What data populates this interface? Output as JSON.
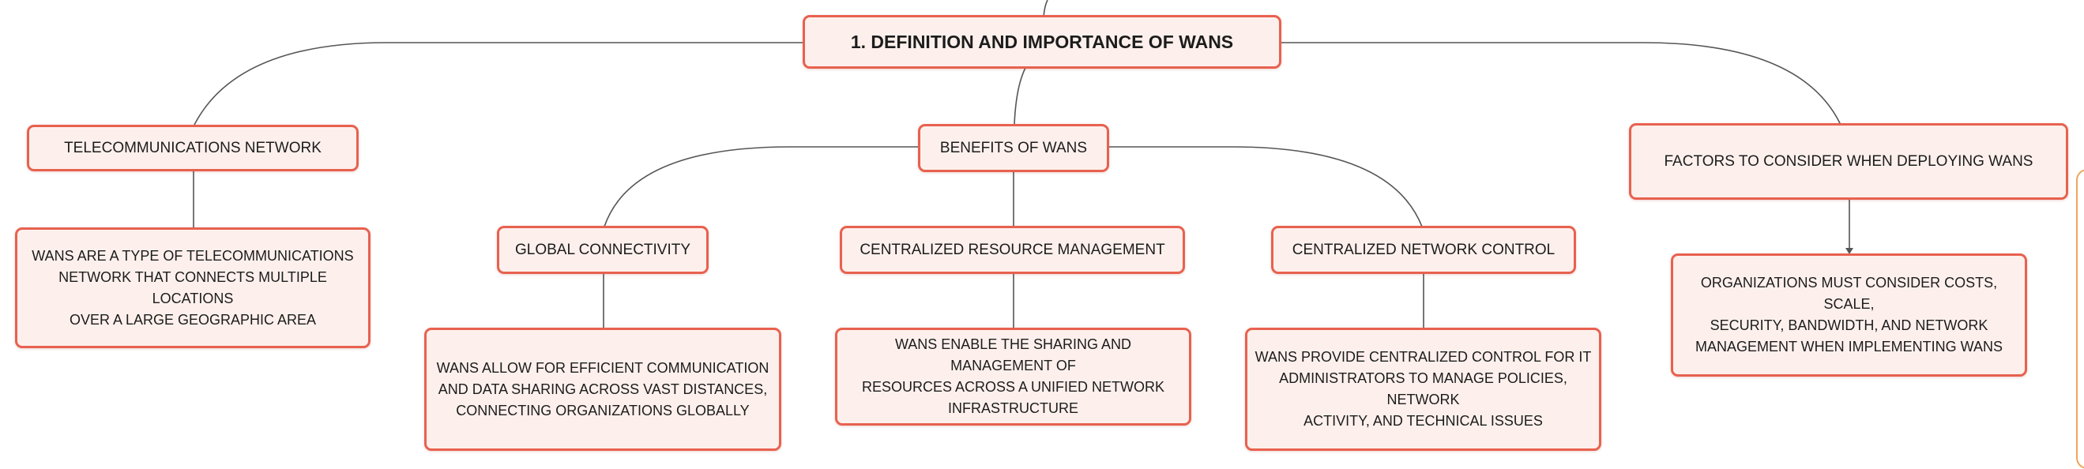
{
  "mindmap": {
    "root": {
      "label": "1. DEFINITION AND IMPORTANCE OF WANS"
    },
    "telecom": {
      "label": "TELECOMMUNICATIONS NETWORK",
      "detail_lines": [
        "WANS ARE A TYPE OF TELECOMMUNICATIONS",
        "NETWORK THAT CONNECTS MULTIPLE LOCATIONS",
        "OVER A LARGE GEOGRAPHIC AREA"
      ]
    },
    "benefits": {
      "label": "BENEFITS OF WANS",
      "children": [
        {
          "label": "GLOBAL CONNECTIVITY",
          "detail_lines": [
            "WANS ALLOW FOR EFFICIENT COMMUNICATION",
            "AND DATA SHARING ACROSS VAST DISTANCES,",
            "CONNECTING ORGANIZATIONS GLOBALLY"
          ]
        },
        {
          "label": "CENTRALIZED RESOURCE MANAGEMENT",
          "detail_lines": [
            "WANS ENABLE THE SHARING AND MANAGEMENT OF",
            "RESOURCES ACROSS A UNIFIED NETWORK",
            "INFRASTRUCTURE"
          ]
        },
        {
          "label": "CENTRALIZED NETWORK CONTROL",
          "detail_lines": [
            "WANS PROVIDE CENTRALIZED CONTROL FOR IT",
            "ADMINISTRATORS TO MANAGE POLICIES, NETWORK",
            "ACTIVITY, AND TECHNICAL ISSUES"
          ]
        }
      ]
    },
    "factors": {
      "label": "FACTORS TO CONSIDER WHEN DEPLOYING WANS",
      "detail_lines": [
        "ORGANIZATIONS MUST CONSIDER COSTS, SCALE,",
        "SECURITY, BANDWIDTH, AND NETWORK",
        "MANAGEMENT WHEN IMPLEMENTING WANS"
      ]
    }
  },
  "colors": {
    "node_border": "#e8614f",
    "node_fill": "#fdf0ec",
    "connector": "#555555",
    "edge_accent": "#f0a55b"
  }
}
